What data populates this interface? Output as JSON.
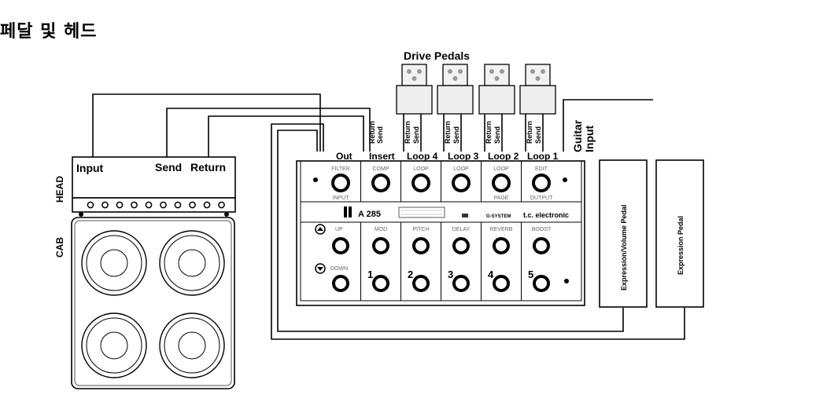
{
  "title": "페달 및 헤드",
  "drive_pedals_label": "Drive Pedals",
  "guitar_input": [
    "Guitar",
    "Input"
  ],
  "loops": [
    {
      "label": "Loop 4",
      "return": "Return",
      "send": "Send"
    },
    {
      "label": "Loop 3",
      "return": "Return",
      "send": "Send"
    },
    {
      "label": "Loop 2",
      "return": "Return",
      "send": "Send"
    },
    {
      "label": "Loop 1",
      "return": "Return",
      "send": "Send"
    }
  ],
  "insert": {
    "label": "Insert",
    "return": "Return",
    "send": "Send"
  },
  "out_label": "Out",
  "head": {
    "label": "HEAD",
    "input": "Input",
    "send": "Send",
    "return": "Return"
  },
  "cab_label": "CAB",
  "unit": {
    "top_row": [
      "FILTER",
      "COMP",
      "LOOP",
      "LOOP",
      "LOOP",
      "EDIT"
    ],
    "top_sublabels": [
      "INPUT",
      "",
      "",
      "",
      "PAGE",
      "OUTPUT"
    ],
    "bottom_labels": [
      "UP",
      "MOD",
      "PITCH",
      "DELAY",
      "REVERB",
      "BOOST"
    ],
    "down_label": "DOWN",
    "number_labels": [
      "1",
      "2",
      "3",
      "4",
      "5"
    ],
    "brand": "G-SYSTEM",
    "maker": "t.c. electronic",
    "display_model": "A 285"
  },
  "pedals": [
    "Expression/Volume Pedal",
    "Expression Pedal"
  ]
}
